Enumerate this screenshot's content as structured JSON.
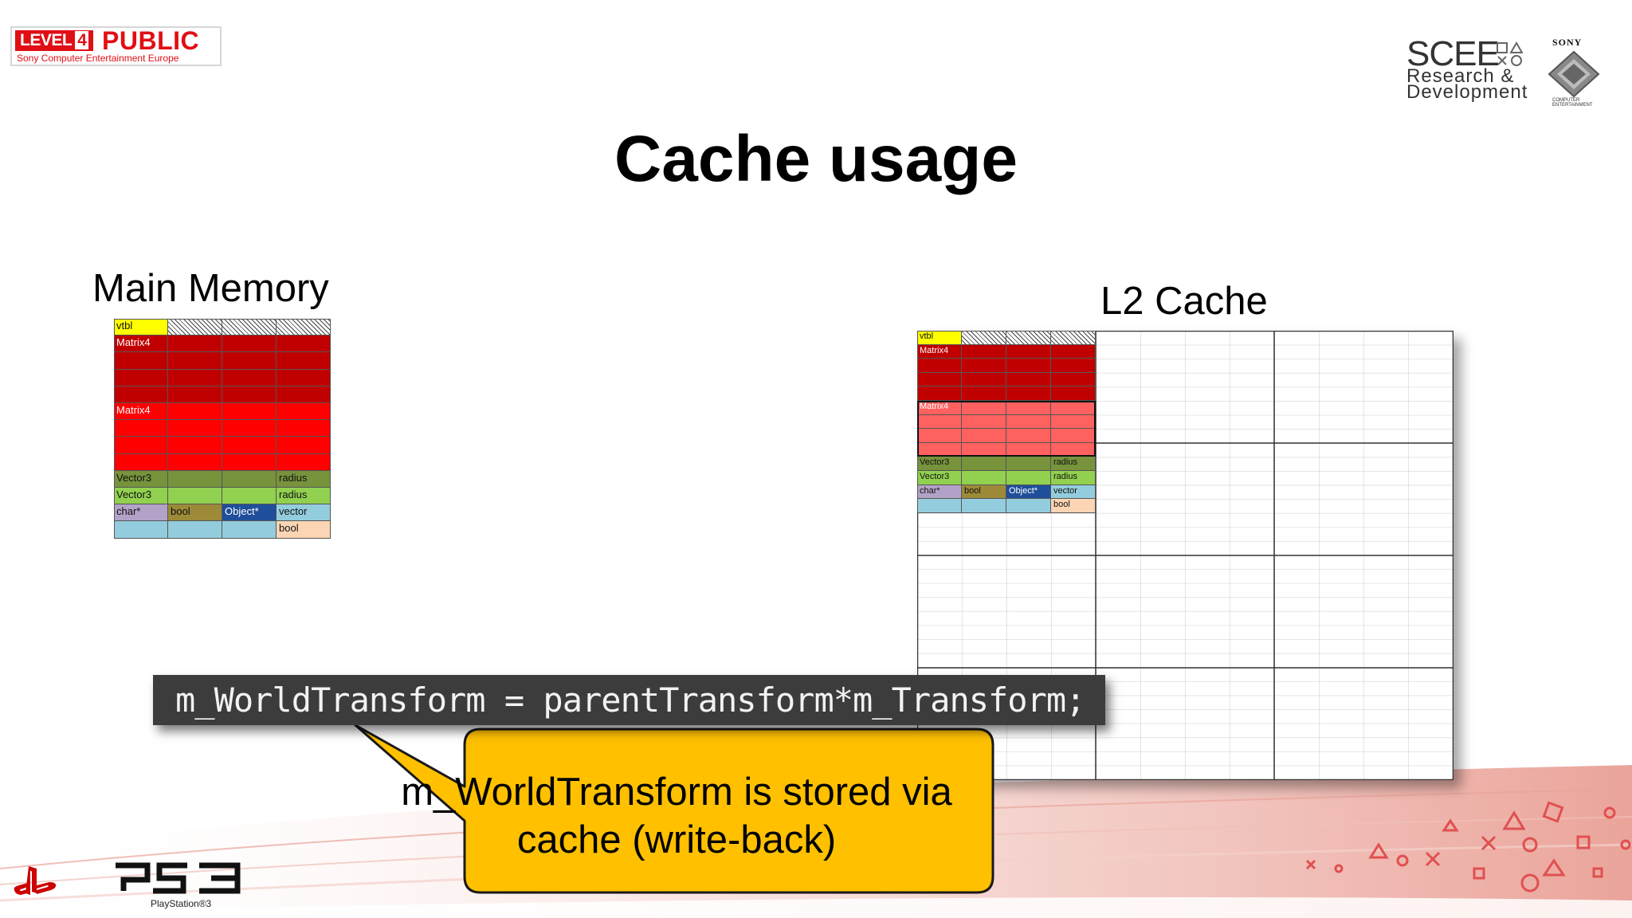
{
  "header": {
    "badge_level": "LEVEL",
    "badge_num": "4",
    "badge_public": "PUBLIC",
    "badge_sub": "Sony Computer Entertainment Europe",
    "scee_word": "SCEE",
    "scee_sub_1": "Research &",
    "scee_sub_2": "Development",
    "sony": "SONY",
    "sony_sub_1": "COMPUTER",
    "sony_sub_2": "ENTERTAINMENT"
  },
  "slide": {
    "title": "Cache usage",
    "main_memory_label": "Main Memory",
    "l2_cache_label": "L2 Cache",
    "code_line": "m_WorldTransform = parentTransform*m_Transform;",
    "callout_line_1": "m_WorldTransform is stored via",
    "callout_line_2": "cache (write-back)"
  },
  "memory_layout": {
    "columns": 4,
    "rows": [
      [
        {
          "text": "vtbl",
          "color": "#ffff00"
        },
        {
          "text": "",
          "color": "hatch"
        },
        {
          "text": "",
          "color": "hatch"
        },
        {
          "text": "",
          "color": "hatch"
        }
      ],
      [
        {
          "text": "Matrix4",
          "color": "#c00000"
        },
        {
          "text": "",
          "color": "#c00000"
        },
        {
          "text": "",
          "color": "#c00000"
        },
        {
          "text": "",
          "color": "#c00000"
        }
      ],
      [
        {
          "text": "",
          "color": "#c00000"
        },
        {
          "text": "",
          "color": "#c00000"
        },
        {
          "text": "",
          "color": "#c00000"
        },
        {
          "text": "",
          "color": "#c00000"
        }
      ],
      [
        {
          "text": "",
          "color": "#c00000"
        },
        {
          "text": "",
          "color": "#c00000"
        },
        {
          "text": "",
          "color": "#c00000"
        },
        {
          "text": "",
          "color": "#c00000"
        }
      ],
      [
        {
          "text": "",
          "color": "#c00000"
        },
        {
          "text": "",
          "color": "#c00000"
        },
        {
          "text": "",
          "color": "#c00000"
        },
        {
          "text": "",
          "color": "#c00000"
        }
      ],
      [
        {
          "text": "Matrix4",
          "color": "#ff0000"
        },
        {
          "text": "",
          "color": "#ff0000"
        },
        {
          "text": "",
          "color": "#ff0000"
        },
        {
          "text": "",
          "color": "#ff0000"
        }
      ],
      [
        {
          "text": "",
          "color": "#ff0000"
        },
        {
          "text": "",
          "color": "#ff0000"
        },
        {
          "text": "",
          "color": "#ff0000"
        },
        {
          "text": "",
          "color": "#ff0000"
        }
      ],
      [
        {
          "text": "",
          "color": "#ff0000"
        },
        {
          "text": "",
          "color": "#ff0000"
        },
        {
          "text": "",
          "color": "#ff0000"
        },
        {
          "text": "",
          "color": "#ff0000"
        }
      ],
      [
        {
          "text": "",
          "color": "#ff0000"
        },
        {
          "text": "",
          "color": "#ff0000"
        },
        {
          "text": "",
          "color": "#ff0000"
        },
        {
          "text": "",
          "color": "#ff0000"
        }
      ],
      [
        {
          "text": "Vector3",
          "color": "#77933c"
        },
        {
          "text": "",
          "color": "#77933c"
        },
        {
          "text": "",
          "color": "#77933c"
        },
        {
          "text": "radius",
          "color": "#77933c"
        }
      ],
      [
        {
          "text": "Vector3",
          "color": "#92d050"
        },
        {
          "text": "",
          "color": "#92d050"
        },
        {
          "text": "",
          "color": "#92d050"
        },
        {
          "text": "radius",
          "color": "#92d050"
        }
      ],
      [
        {
          "text": "char*",
          "color": "#b3a2c7"
        },
        {
          "text": "bool",
          "color": "#9c8a39"
        },
        {
          "text": "Object*",
          "color": "#1f4e9a"
        },
        {
          "text": "vector",
          "color": "#93cddd"
        }
      ],
      [
        {
          "text": "",
          "color": "#93cddd"
        },
        {
          "text": "",
          "color": "#93cddd"
        },
        {
          "text": "",
          "color": "#93cddd"
        },
        {
          "text": "bool",
          "color": "#fcd5b4"
        }
      ]
    ],
    "cache_matrix_highlight_color": "#ff6060"
  },
  "footer": {
    "ps3": "PlayStation®3"
  }
}
